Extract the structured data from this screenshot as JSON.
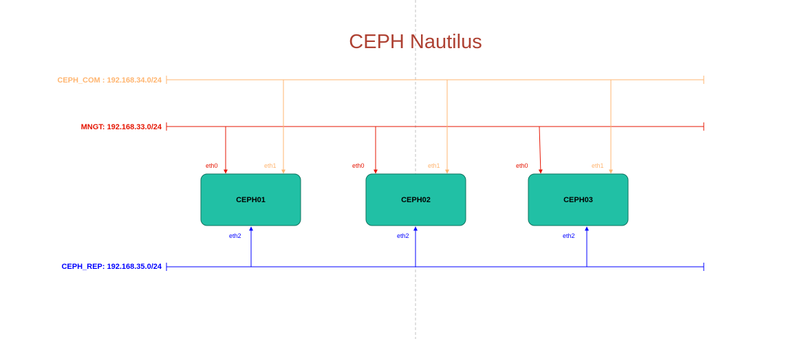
{
  "title": "CEPH Nautilus",
  "colors": {
    "title": "#ae4132",
    "ceph_com": "#ffb570",
    "mngt": "#e51400",
    "ceph_rep": "#0000ff",
    "node_fill": "#21c0a5",
    "node_stroke": "#10735f",
    "guide": "#c0c0c0"
  },
  "networks": {
    "ceph_com": {
      "label": "CEPH_COM : 192.168.34.0/24"
    },
    "mngt": {
      "label": "MNGT: 192.168.33.0/24"
    },
    "ceph_rep": {
      "label": "CEPH_REP: 192.168.35.0/24"
    }
  },
  "nodes": [
    {
      "name": "CEPH01",
      "eth0": "eth0",
      "eth1": "eth1",
      "eth2": "eth2"
    },
    {
      "name": "CEPH02",
      "eth0": "eth0",
      "eth1": "eth1",
      "eth2": "eth2"
    },
    {
      "name": "CEPH03",
      "eth0": "eth0",
      "eth1": "eth1",
      "eth2": "eth2"
    }
  ]
}
